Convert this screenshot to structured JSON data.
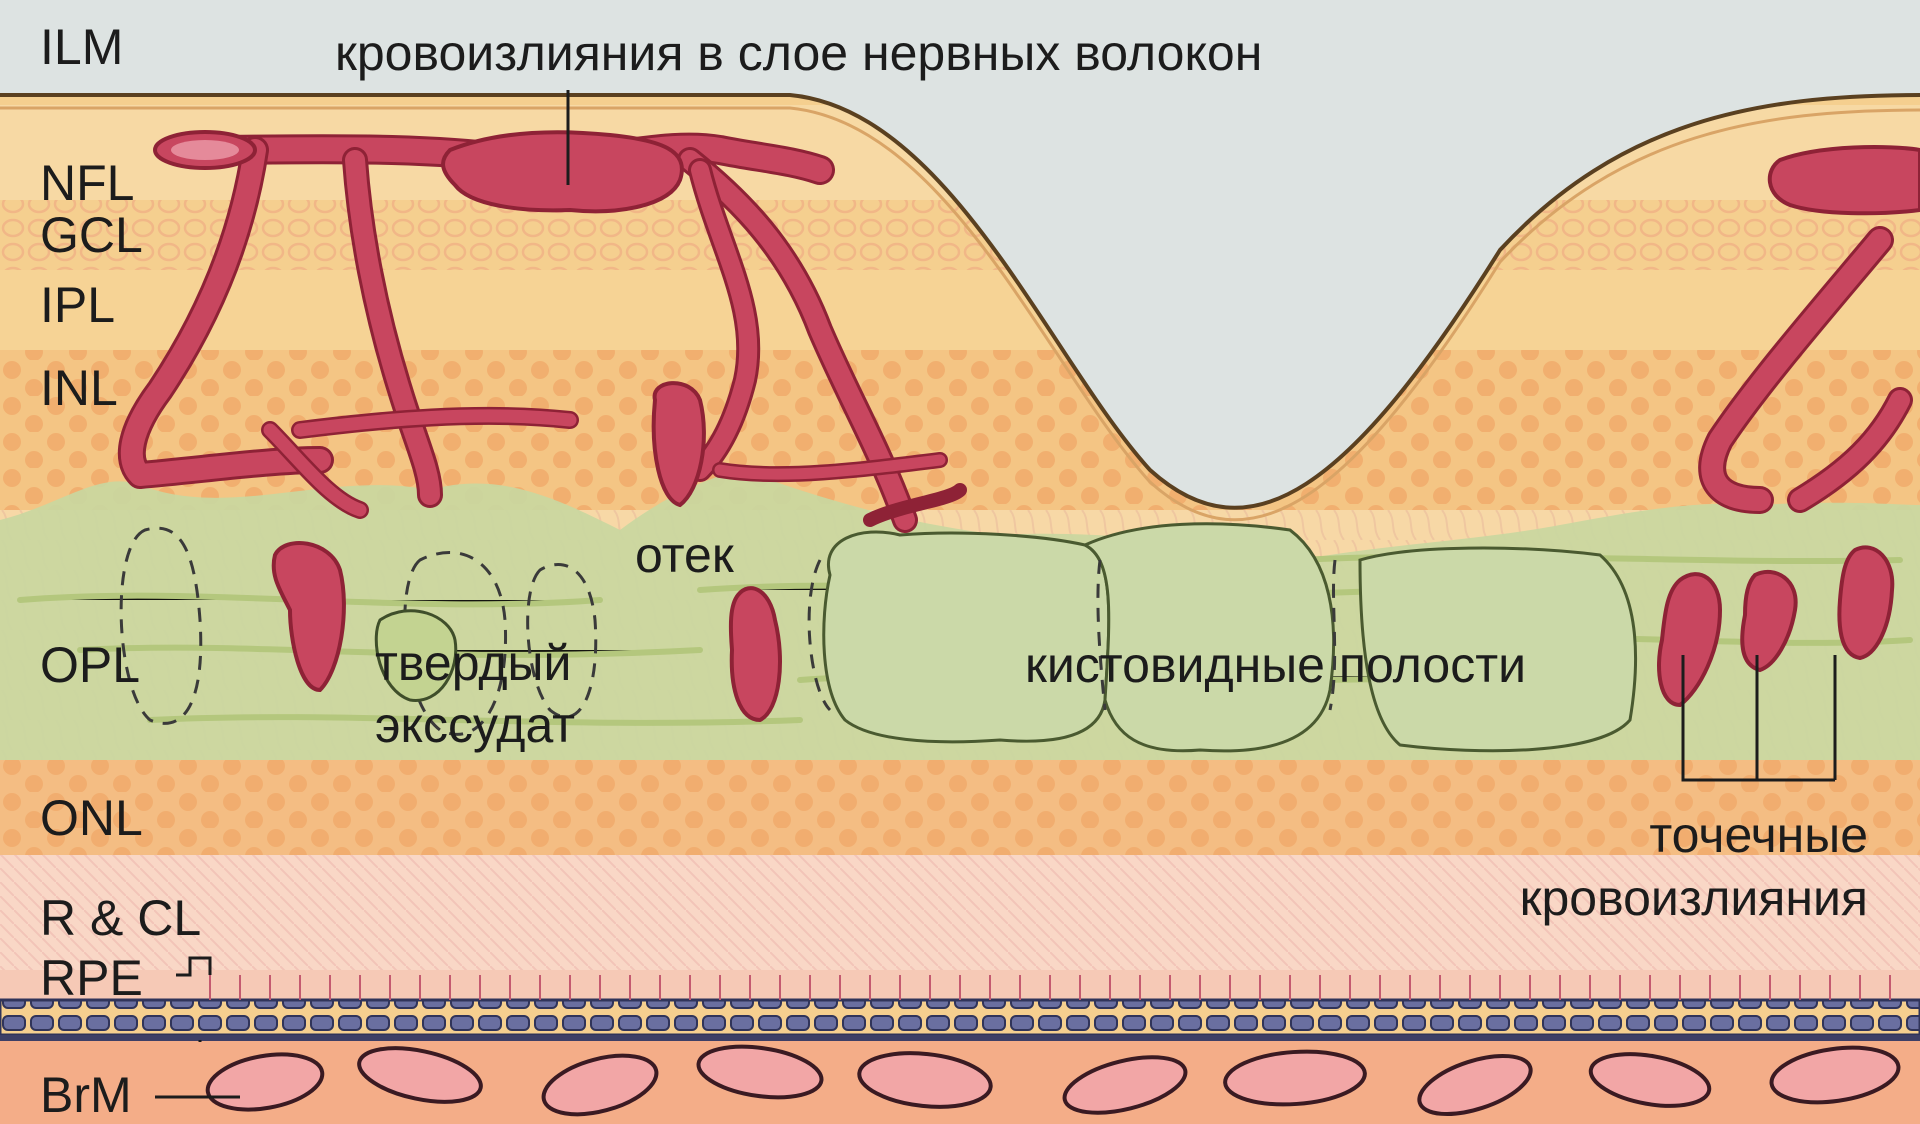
{
  "layers": {
    "ilm": "ILM",
    "nfl": "NFL",
    "gcl": "GCL",
    "ipl": "IPL",
    "inl": "INL",
    "opl": "OPL",
    "onl": "ONL",
    "rcl": "R & CL",
    "rpe": "RPE",
    "brm": "BrM"
  },
  "annotations": {
    "nfl_hemorrhage": "кровоизлияния в слое нервных волокон",
    "edema": "отек",
    "hard_exudate_line1": "твердый",
    "hard_exudate_line2": "экссудат",
    "cystoid_spaces": "кистовидные полости",
    "dot_hemorrhages_line1": "точечные",
    "dot_hemorrhages_line2": "кровоизлияния"
  },
  "colors": {
    "background": "#dde3e2",
    "retina": "#f5cf8f",
    "retina_light": "#f7d9a4",
    "nuclear_dots": "#f0a868",
    "edema": "#c9d79f",
    "blood": "#c8465f",
    "blood_dark": "#8e2236",
    "rpe_band": "#4a4f7a",
    "choroid": "#f4ad88",
    "photoreceptors": "#f9d0c0"
  }
}
